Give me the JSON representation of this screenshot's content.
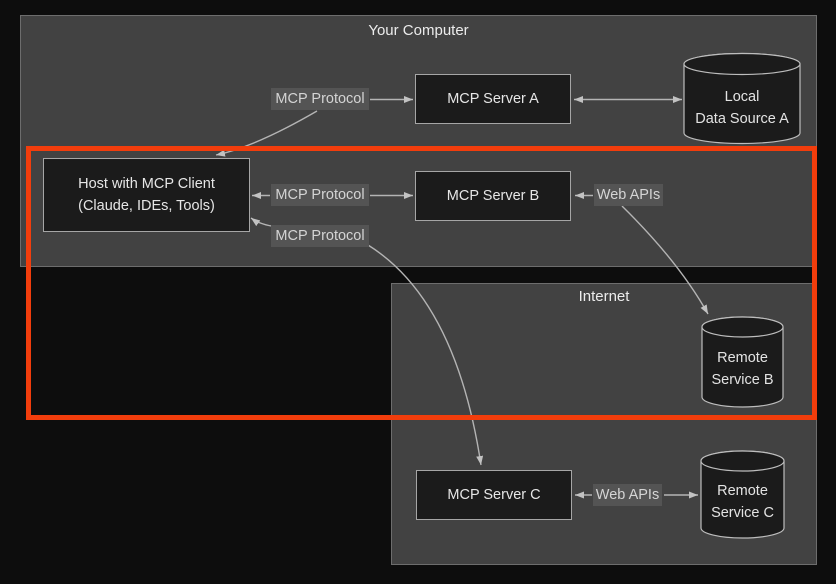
{
  "diagram": {
    "containers": {
      "your_computer": {
        "title": "Your Computer"
      },
      "internet": {
        "title": "Internet"
      }
    },
    "nodes": {
      "host": {
        "line1": "Host with MCP Client",
        "line2": "(Claude, IDEs, Tools)"
      },
      "server_a": {
        "label": "MCP Server A"
      },
      "server_b": {
        "label": "MCP Server B"
      },
      "server_c": {
        "label": "MCP Server C"
      },
      "source_a": {
        "line1": "Local",
        "line2": "Data Source A"
      },
      "service_b": {
        "line1": "Remote",
        "line2": "Service B"
      },
      "service_c": {
        "line1": "Remote",
        "line2": "Service C"
      }
    },
    "edge_labels": {
      "protocol_a": "MCP Protocol",
      "protocol_b": "MCP Protocol",
      "protocol_c": "MCP Protocol",
      "web_apis_b": "Web APIs",
      "web_apis_c": "Web APIs"
    },
    "colors": {
      "background": "#0d0d0d",
      "container_fill": "#424242",
      "container_border": "#6d6d6d",
      "node_fill": "#1b1b1b",
      "node_border": "#a6a6a6",
      "edge_label_bg": "#545454",
      "edge_line": "#b4b4b4",
      "text": "#e6e6e6",
      "highlight_box": "#f23d0c"
    }
  }
}
